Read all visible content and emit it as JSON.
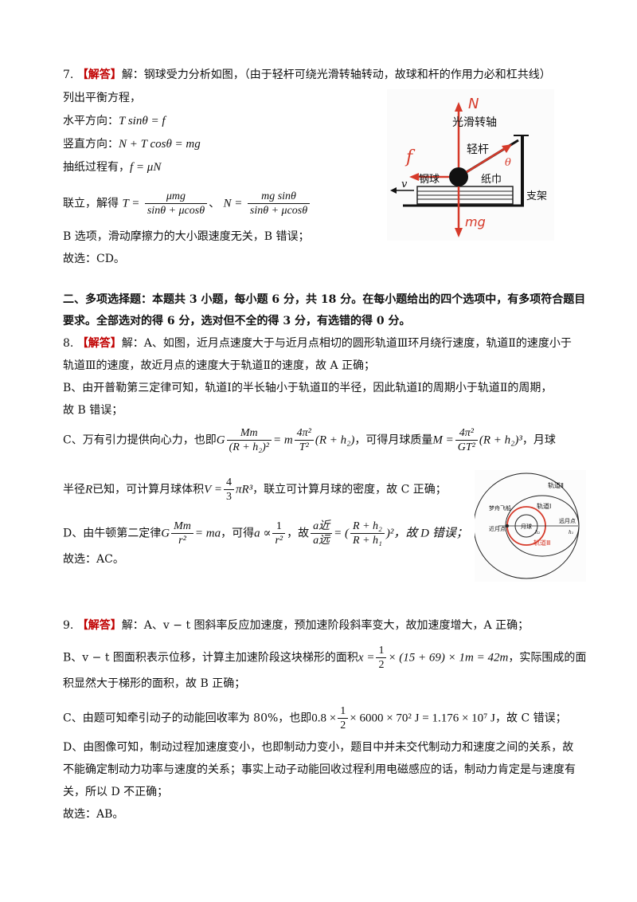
{
  "q7": {
    "number": "7.",
    "tag": "【解答】",
    "intro": "解：钢球受力分析如图，（由于轻杆可绕光滑转轴转动，故球和杆的作用力必和杠共线）",
    "l2": "列出平衡方程，",
    "horiz_label": "水平方向：",
    "horiz_eq": "T sinθ = f",
    "vert_label": "竖直方向：",
    "vert_eq": "N + T cosθ = mg",
    "pull_label": "抽纸过程有，",
    "pull_eq": "f = μN",
    "solve_label": "联立，解得",
    "T_lhs": "T =",
    "T_num": "μmg",
    "T_den": "sinθ + μcosθ",
    "sep": "、",
    "N_lhs": "N =",
    "N_num": "mg sinθ",
    "N_den": "sinθ + μcosθ",
    "b_line": "B 选项，滑动摩擦力的大小跟速度无关，B 错误；",
    "answer": "故选：CD。",
    "figure": {
      "N": "N",
      "f": "f",
      "mg": "mg",
      "v": "v",
      "theta": "θ",
      "axis": "光滑转轴",
      "rod": "轻杆",
      "ball": "钢球",
      "paper": "纸巾",
      "stand": "支架"
    }
  },
  "section2": {
    "l1": "二、多项选择题：本题共 3 小题，每小题 6 分，共 18 分。在每小题给出的四个选项中，有多项符合题目",
    "l2": "要求。全部选对的得 6 分，选对但不全的得 3 分，有选错的得 0 分。"
  },
  "q8": {
    "number": "8.",
    "tag": "【解答】",
    "a1": "解：A、如图，近月点速度大于与近月点相切的圆形轨道Ⅲ环月绕行速度，轨道Ⅱ的速度小于",
    "a2": "轨道Ⅲ的速度，故近月点的速度大于轨道Ⅱ的速度，故 A 正确；",
    "b1": "B、由开普勒第三定律可知，轨道Ⅰ的半长轴小于轨道Ⅱ的半径，因此轨道Ⅰ的周期小于轨道Ⅱ的周期，",
    "b2": "故 B 错误；",
    "c1_pre": "C、万有引力提供向心力，也即",
    "c1_G": "G",
    "c1_f1_num": "Mm",
    "c1_f1_den": "(R + h₂)²",
    "c1_eq": "= m",
    "c1_f2_num": "4π²",
    "c1_f2_den": "T²",
    "c1_tail": "(R + h₂)",
    "c1_mid": "，可得月球质量",
    "c1_M": "M =",
    "c1_f3_num": "4π²",
    "c1_f3_den": "GT²",
    "c1_tail2": "(R + h₂)³",
    "c1_end": "，月球",
    "c2_pre": "半径",
    "c2_R": "R",
    "c2_mid": "已知，可计算月球体积",
    "c2_V": "V =",
    "c2_f_num": "4",
    "c2_f_den": "3",
    "c2_tail": "πR³",
    "c2_end": "，联立可计算月球的密度，故 C 正确；",
    "d_pre": "D、由牛顿第二定律",
    "d_G": "G",
    "d_f1_num": "Mm",
    "d_f1_den": "r²",
    "d_eq": "= ma",
    "d_mid": "，可得",
    "d_a": "a ∝",
    "d_f2_num": "1",
    "d_f2_den": "r²",
    "d_mid2": "，故",
    "d_f3_num": "a近",
    "d_f3_den": "a远",
    "d_eq2": "= (",
    "d_f4_num": "R + h₂",
    "d_f4_den": "R + h₁",
    "d_end": ")²，故 D 错误；",
    "answer": "故选：AC。",
    "figure": {
      "orbit2": "轨道Ⅱ",
      "orbit1": "轨道Ⅰ",
      "orbit3": "轨道Ⅲ",
      "ship": "梦舟飞船",
      "near": "近月点",
      "moon": "月球",
      "far": "远月点",
      "h2": "h₂",
      "h1": "h₁"
    }
  },
  "q9": {
    "number": "9.",
    "tag": "【解答】",
    "a1": "解：A、v − t 图斜率反应加速度，预加速阶段斜率变大，故加速度增大，A 正确；",
    "b1_pre": "B、v − t 图面积表示位移，计算主加速阶段这块梯形的面积",
    "b1_x": "x =",
    "b1_f_num": "1",
    "b1_f_den": "2",
    "b1_tail": "× (15 + 69) × 1m = 42m",
    "b1_end": "，实际围成的面",
    "b2": "积显然大于梯形的面积，故 B 正确；",
    "c1_pre": "C、由题可知牵引动子的动能回收率为 80%，也即",
    "c1_lead": "0.8 ×",
    "c1_f_num": "1",
    "c1_f_den": "2",
    "c1_tail": "× 6000 × 70² J = 1.176 × 10⁷ J",
    "c1_end": "，故 C 错误；",
    "d1": "D、由图像可知，制动过程加速度变小，也即制动力变小，题目中并未交代制动力和速度之间的关系，故",
    "d2": "不能确定制动力功率与速度的关系；事实上动子动能回收过程利用电磁感应的话，制动力肯定是与速度有",
    "d3": "关，所以 D 不正确；",
    "answer": "故选：AB。"
  }
}
